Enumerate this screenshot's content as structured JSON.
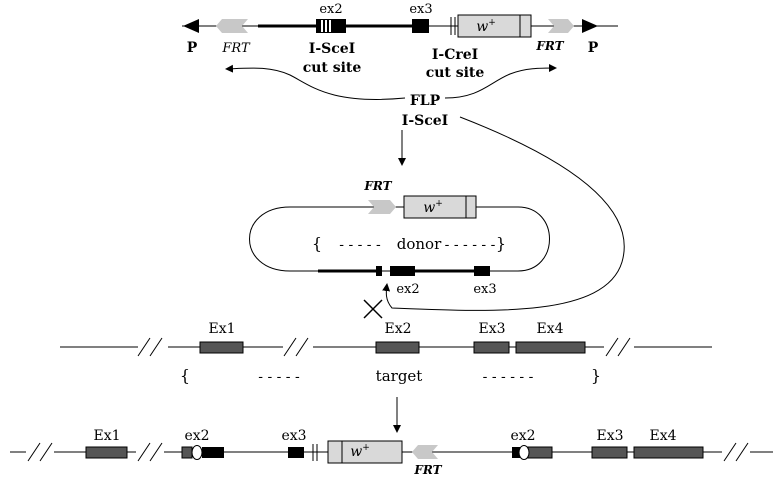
{
  "top_construct": {
    "p_left": "P",
    "p_right": "P",
    "frt_left": "FRT",
    "frt_right": "FRT",
    "ex2": "ex2",
    "ex3": "ex3",
    "w_base": "w",
    "w_sup": "+",
    "isce1_line1": "I-SceI",
    "isce1_line2": "cut site",
    "icre1_line1": "I-CreI",
    "icre1_line2": "cut site"
  },
  "enzymes": {
    "flp": "FLP",
    "isce1": "I-SceI"
  },
  "donor_circle": {
    "frt": "FRT",
    "w_base": "w",
    "w_sup": "+",
    "brace_open": "{",
    "dashes_left": "- - - - -",
    "donor": "donor",
    "dashes_right": "- - - - - -",
    "brace_close": "}",
    "ex2": "ex2",
    "ex3": "ex3"
  },
  "target_locus": {
    "ex1": "Ex1",
    "ex2": "Ex2",
    "ex3": "Ex3",
    "ex4": "Ex4",
    "brace_open": "{",
    "dashes_left": "- - - - -",
    "target": "target",
    "dashes_right": "- - - - - -",
    "brace_close": "}"
  },
  "result_locus": {
    "ex1": "Ex1",
    "ex2_left": "ex2",
    "ex3_left": "ex3",
    "w_base": "w",
    "w_sup": "+",
    "frt": "FRT",
    "ex2_right": "ex2",
    "ex3": "Ex3",
    "ex4": "Ex4"
  },
  "colors": {
    "exon_dark": "#555555",
    "w_box": "#d9d9d9",
    "frt_arrow": "#c8c8c8",
    "line": "#000000"
  }
}
